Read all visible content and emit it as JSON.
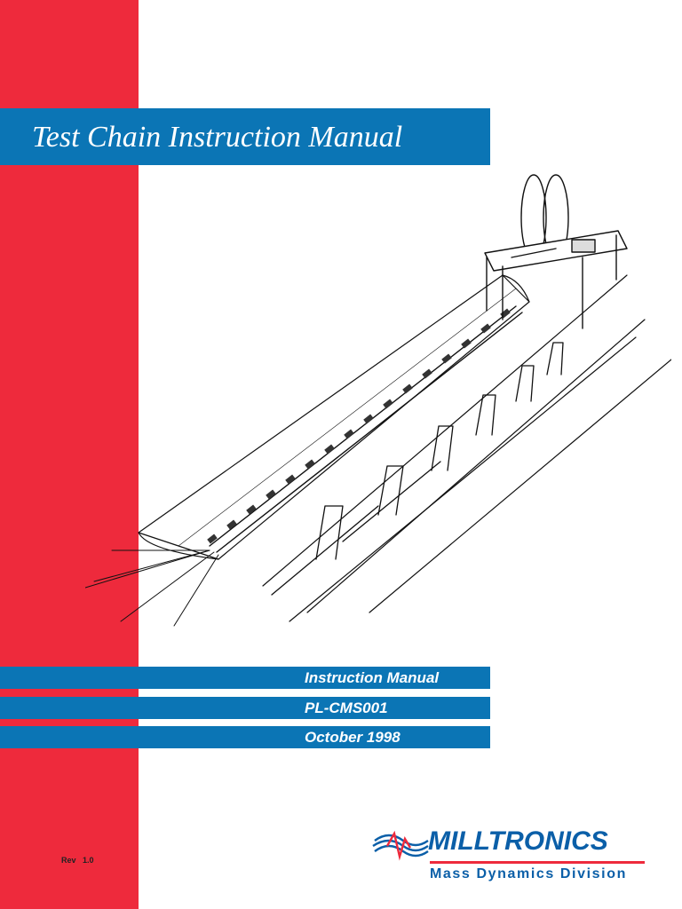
{
  "cover": {
    "title": "Test Chain Instruction Manual",
    "info": [
      "Instruction Manual",
      "PL-CMS001",
      "October 1998"
    ],
    "rev": "Rev   1.0"
  },
  "logo": {
    "brand": "MILLTRONICS",
    "division": "Mass Dynamics Division",
    "icon": "wave-emblem-icon"
  },
  "colors": {
    "red_band": "#ee2a3c",
    "blue_bar": "#0b75b5",
    "logo_blue": "#0b5fa8"
  },
  "illustration": {
    "icon": "conveyor-test-chain-illustration"
  }
}
